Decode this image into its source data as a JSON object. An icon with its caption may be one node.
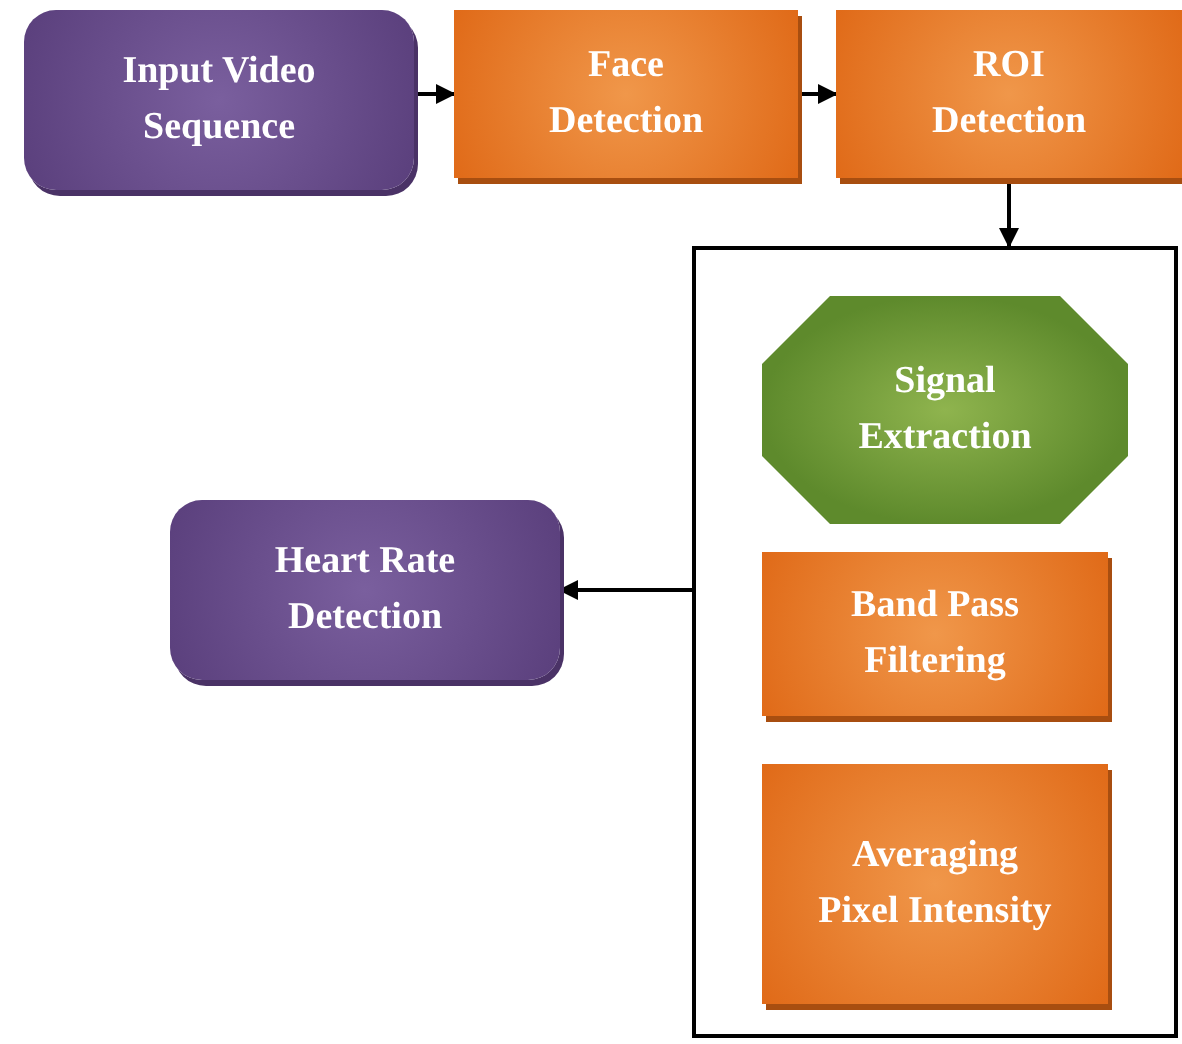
{
  "diagram": {
    "nodes": [
      {
        "text": [
          "Input Video Sequence"
        ]
      },
      {
        "text": [
          "Face Detection"
        ]
      },
      {
        "text": [
          "ROI Detection"
        ]
      },
      {
        "text": [],
        "shape": "box"
      },
      {
        "text": [
          "Signal Extraction"
        ],
        "in": 3
      },
      {
        "text": [
          "Band Pass Filtering"
        ],
        "in": 3
      },
      {
        "text": [
          "Averaging Pixel Intensity"
        ],
        "in": 3
      },
      {
        "text": [
          "Heart Rate Detection"
        ]
      }
    ],
    "edges": [
      {
        "from": 0,
        "to": 1,
        "arrow": "to"
      },
      {
        "from": 1,
        "to": 2,
        "arrow": "to"
      },
      {
        "from": 2,
        "to": 3,
        "arrow": "to"
      },
      {
        "from": 3,
        "to": 7,
        "arrow": "to"
      }
    ]
  }
}
